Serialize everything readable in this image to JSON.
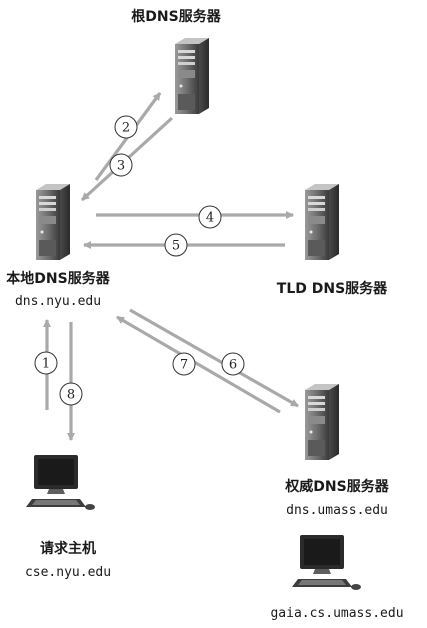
{
  "nodes": {
    "root": {
      "label": "根DNS服务器"
    },
    "local": {
      "label": "本地DNS服务器",
      "host": "dns.nyu.edu"
    },
    "tld": {
      "label": "TLD DNS服务器"
    },
    "auth": {
      "label": "权威DNS服务器",
      "host": "dns.umass.edu"
    },
    "requester": {
      "label": "请求主机",
      "host": "cse.nyu.edu"
    },
    "target": {
      "host": "gaia.cs.umass.edu"
    }
  },
  "steps": [
    "1",
    "2",
    "3",
    "4",
    "5",
    "6",
    "7",
    "8"
  ],
  "colors": {
    "arrow": "#a9a9a9",
    "server": "#6f6f6f",
    "server_dark": "#3a3a3a",
    "text": "#1a1a1a"
  }
}
